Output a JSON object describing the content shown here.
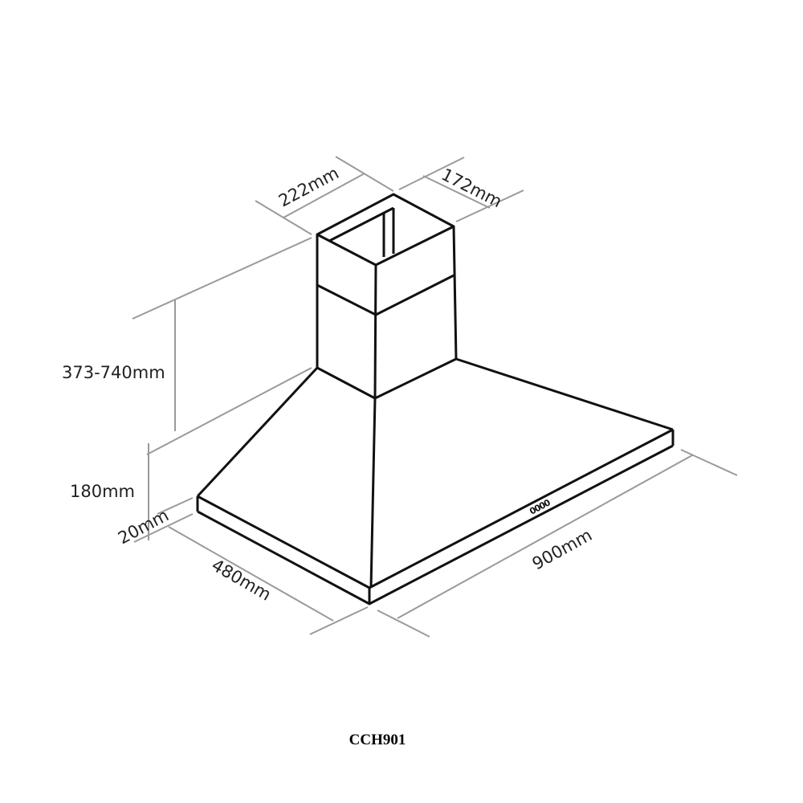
{
  "model": "CCH901",
  "dimensions": {
    "chimney_width": "222mm",
    "chimney_depth": "172mm",
    "chimney_height": "373-740mm",
    "canopy_height": "180mm",
    "base_thickness": "20mm",
    "depth": "480mm",
    "width": "900mm"
  },
  "control_buttons": "0000",
  "colors": {
    "outline": "#111111",
    "dimension_lines": "#9a9a9a"
  }
}
